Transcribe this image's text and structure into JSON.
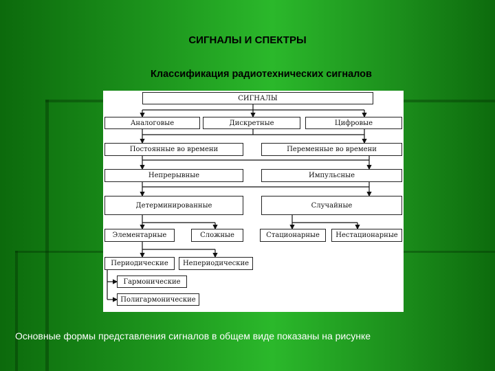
{
  "slide": {
    "title": "СИГНАЛЫ И СПЕКТРЫ",
    "subtitle": "Классификация радиотехнических сигналов",
    "caption": "Основные формы представления сигналов в общем виде показаны на рисунке"
  },
  "diagram": {
    "nodes": {
      "signals": "СИГНАЛЫ",
      "analog": "Аналоговые",
      "discrete": "Дискретные",
      "digital": "Цифровые",
      "constant": "Постоянные во времени",
      "variable": "Переменные во времени",
      "continuous": "Непрерывные",
      "pulse": "Импульсные",
      "deterministic": "Детерминированные",
      "random": "Случайные",
      "elementary": "Элементарные",
      "complex": "Сложные",
      "stationary": "Стационарные",
      "nonstationary": "Нестационарные",
      "periodic": "Периодические",
      "nonperiodic": "Непериодические",
      "harmonic": "Гармонические",
      "polyharmonic": "Полигармонические"
    }
  }
}
